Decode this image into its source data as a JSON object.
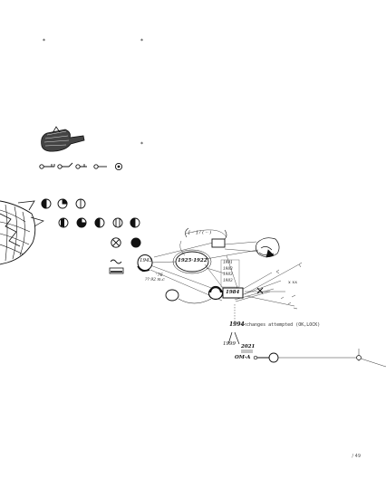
{
  "annotations": {
    "n1943": "1943",
    "n76": "'76",
    "n1925_1922": "1925·1922",
    "n_sketch_top": "[ ·· ] / ( ·· )",
    "n_list": "1991 1983 1983 1983",
    "n1984": "1984",
    "n1994": "1994",
    "changes_note": "<<changes attempted (OK,LOCK)",
    "n1999": "1999",
    "n2021": "2021",
    "node_label": "OM-A",
    "side_mark": "x xx",
    "small_note": "?? 92 m.c"
  },
  "page_number": "/ 49",
  "icons": {
    "star_marks": [
      "*",
      "*",
      "*"
    ],
    "small_circle": "◎"
  }
}
